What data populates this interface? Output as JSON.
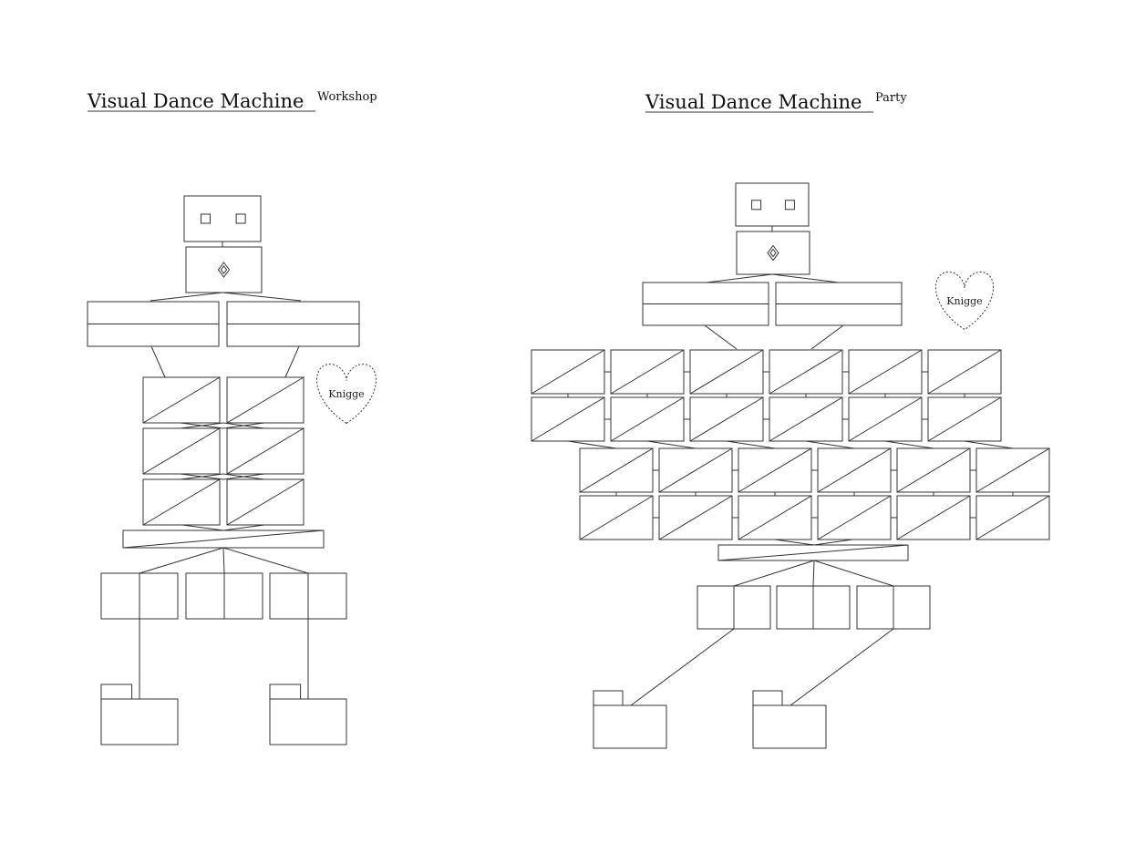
{
  "titles": {
    "workshop": {
      "main": "Visual Dance Machine",
      "sup": "Workshop"
    },
    "party": {
      "main": "Visual Dance Machine",
      "sup": "Party"
    }
  },
  "heart_label": "Knigge",
  "diagrams": {
    "workshop": {
      "screen_rows": 3,
      "screen_cols": 2,
      "speakers": 3,
      "folders": 2
    },
    "party": {
      "screen_rows": 4,
      "screen_cols": 6,
      "speakers": 3,
      "folders": 2
    }
  },
  "colors": {
    "stroke": "#333333",
    "text": "#111111",
    "background": "#ffffff"
  }
}
